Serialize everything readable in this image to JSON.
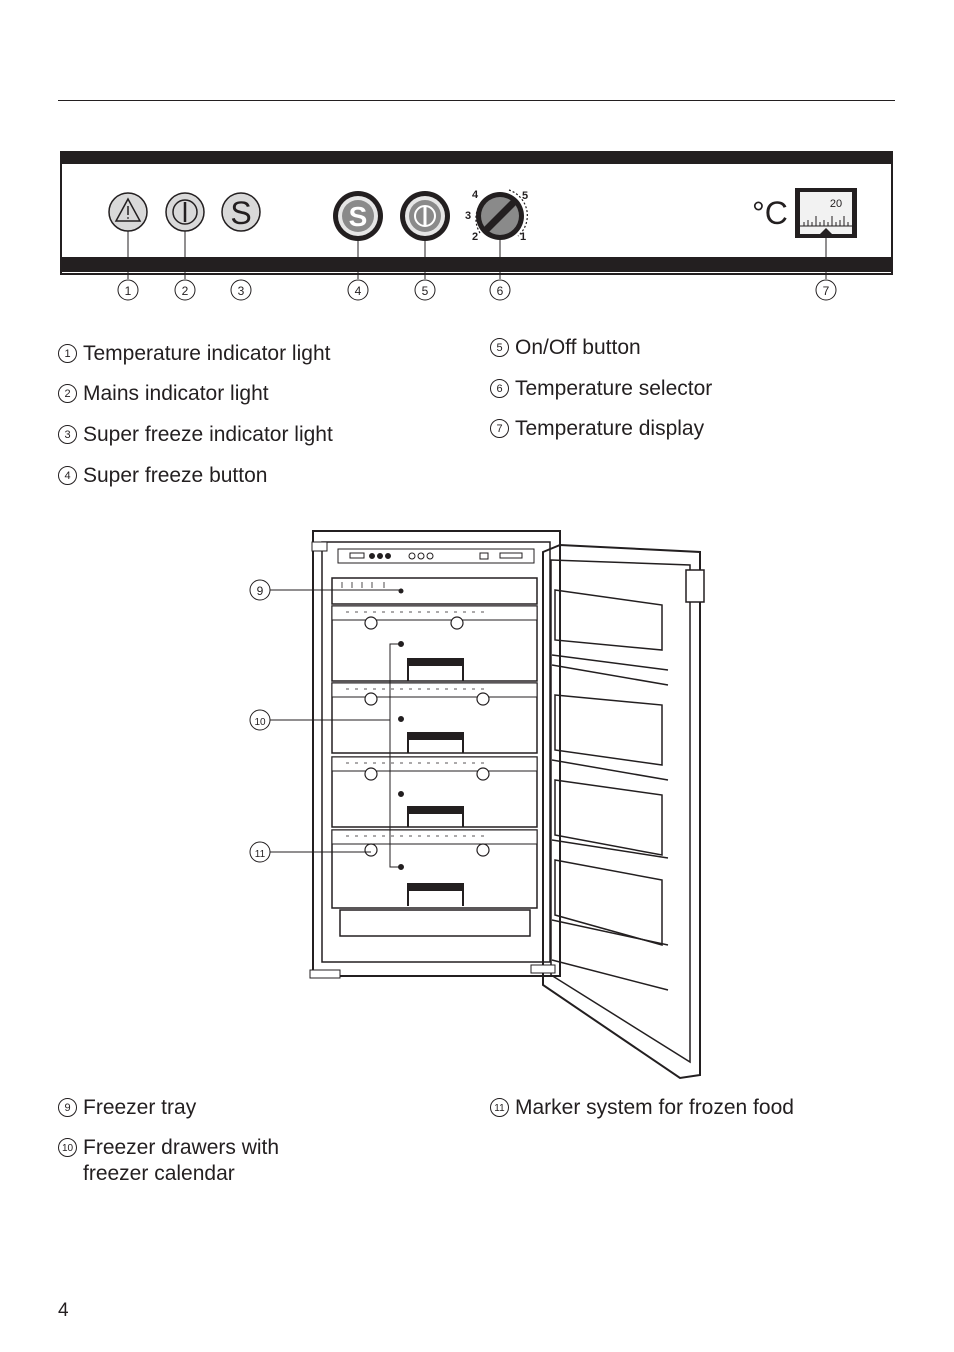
{
  "control_panel": {
    "celsius_symbol": "°C",
    "display_scale_value": "20",
    "selector_marks": [
      "1",
      "2",
      "3",
      "4",
      "5"
    ],
    "super_button_letter": "S",
    "indicator_s_letter": "S"
  },
  "legend_top": [
    {
      "num": "1",
      "text": "Temperature indicator light"
    },
    {
      "num": "2",
      "text": "Mains indicator light"
    },
    {
      "num": "3",
      "text": "Super freeze indicator light"
    },
    {
      "num": "4",
      "text": "Super freeze button"
    },
    {
      "num": "5",
      "text": "On/Off button"
    },
    {
      "num": "6",
      "text": "Temperature selector"
    },
    {
      "num": "7",
      "text": "Temperature display"
    }
  ],
  "legend_bottom": [
    {
      "num": "9",
      "text": "Freezer tray"
    },
    {
      "num": "10",
      "text": "Freezer drawers with freezer calendar"
    },
    {
      "num": "11",
      "text": "Marker system for frozen food"
    }
  ],
  "page_number": "4"
}
